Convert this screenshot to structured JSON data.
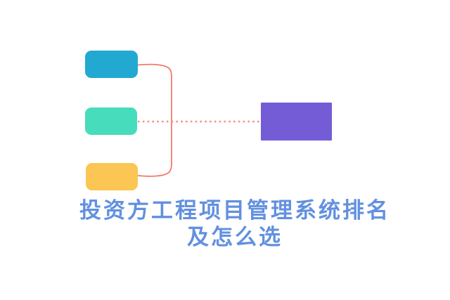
{
  "page": {
    "background_color": "#ffffff"
  },
  "diagram": {
    "nodes": [
      {
        "name": "branch-top",
        "color": "#21a9d2"
      },
      {
        "name": "branch-middle",
        "color": "#47dcbc"
      },
      {
        "name": "branch-bottom",
        "color": "#fbc653"
      },
      {
        "name": "result-node",
        "color": "#745cd7"
      }
    ],
    "connectors": {
      "bracket_color": "#f4796a",
      "dotted_color": "#f5907e"
    }
  },
  "title": {
    "line1": "投资方工程项目管理系统排名",
    "line2": "及怎么选",
    "color": "#6290e0"
  }
}
